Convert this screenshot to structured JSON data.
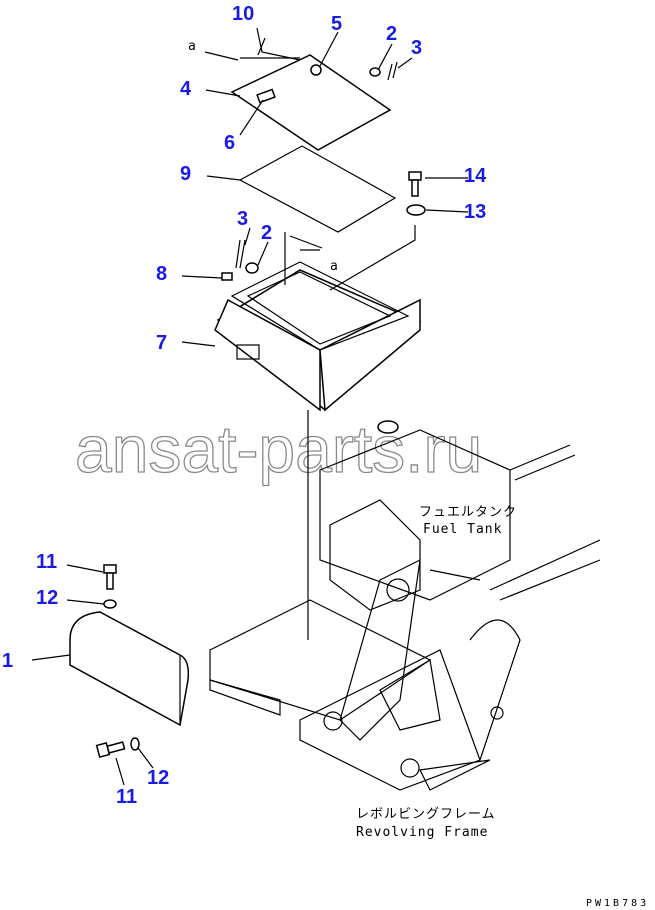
{
  "callouts": [
    "10",
    "5",
    "2",
    "3",
    "4",
    "6",
    "9",
    "14",
    "13",
    "3",
    "2",
    "8",
    "7",
    "11",
    "12",
    "1",
    "12",
    "11"
  ],
  "view_marker": "a",
  "fuel_tank_jp": "フュエルタンク",
  "fuel_tank_en": "Fuel Tank",
  "frame_jp": "レボルビングフレーム",
  "frame_en": "Revolving Frame",
  "watermark": "ansat-parts.ru",
  "drawing_code": "PW1B783",
  "label_color": "#1a1ae6"
}
